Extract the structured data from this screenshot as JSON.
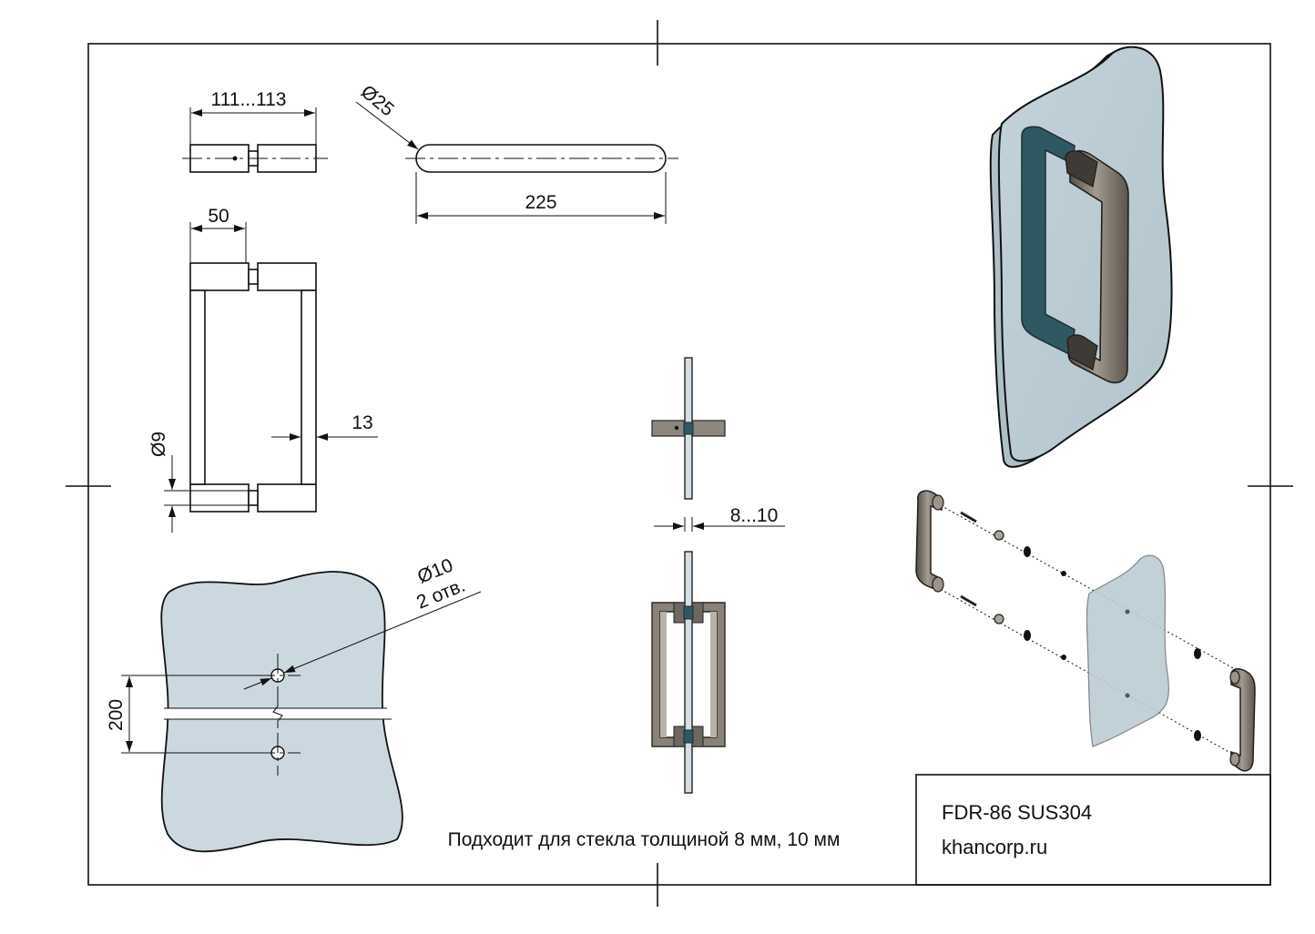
{
  "dimensions": {
    "mount_distance": "111...113",
    "bar_diameter": "Ø25",
    "bar_length": "225",
    "leg_width": "50",
    "tube_diameter": "Ø9",
    "wall_offset": "13",
    "glass_thickness": "8...10",
    "hole_diameter": "Ø10",
    "hole_count": "2 отв.",
    "hole_spacing": "200"
  },
  "note": "Подходит для стекла толщиной 8 мм, 10 мм",
  "title_block": {
    "model": "FDR-86 SUS304",
    "website": "khancorp.ru"
  },
  "colors": {
    "glass": "#ccd8df",
    "steel": "#8a8278",
    "rubber": "#2f5862"
  }
}
